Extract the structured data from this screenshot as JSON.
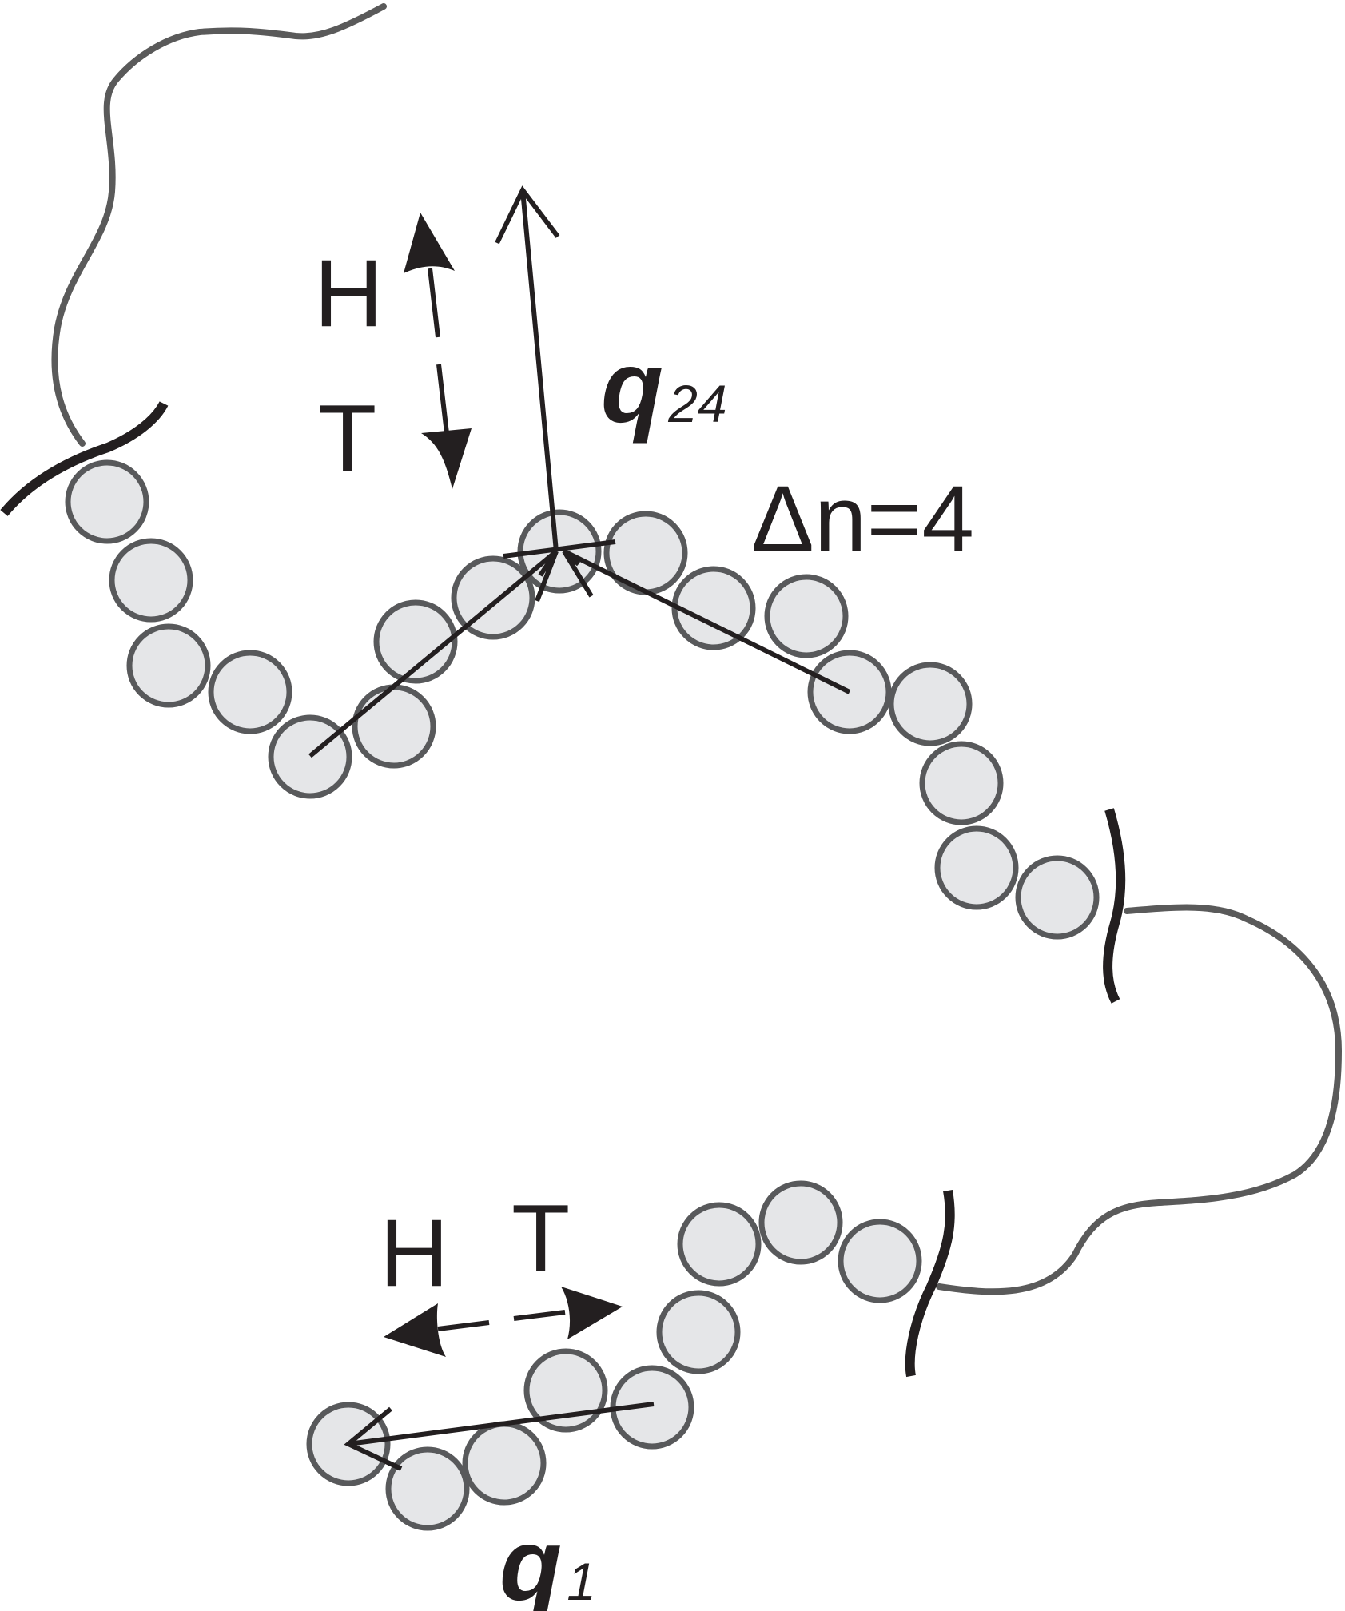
{
  "labels": {
    "top_head": "H",
    "top_tail": "T",
    "bottom_head": "H",
    "bottom_tail": "T",
    "q24_symbol": "q",
    "q24_subscript": "24",
    "q1_symbol": "q",
    "q1_subscript": "1",
    "delta_n": "Δn=4"
  },
  "colors": {
    "bead_fill": "#e5e6e8",
    "bead_stroke": "#58595b",
    "chain": "#5a5a5a",
    "arrow": "#231f20"
  }
}
